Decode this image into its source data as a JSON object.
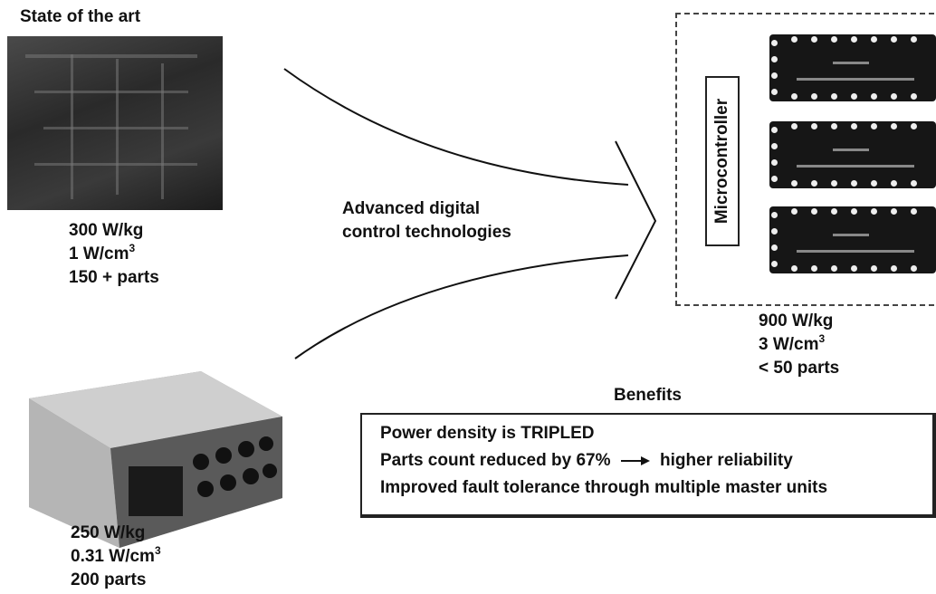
{
  "left_top": {
    "title": "State of the art",
    "specs": [
      "300 W/kg",
      "1 W/cm",
      "150 + parts"
    ],
    "specs_superscript": [
      "",
      "3",
      ""
    ]
  },
  "left_bottom": {
    "specs": [
      "250 W/kg",
      "0.31 W/cm",
      "200 parts"
    ],
    "specs_superscript": [
      "",
      "3",
      ""
    ]
  },
  "middle": {
    "label_line1": "Advanced digital",
    "label_line2": "control technologies"
  },
  "right": {
    "microcontroller_label": "Microcontroller",
    "specs": [
      "900 W/kg",
      "3 W/cm",
      "< 50 parts"
    ],
    "specs_superscript": [
      "",
      "3",
      ""
    ]
  },
  "benefits": {
    "heading": "Benefits",
    "items": [
      "Power density is TRIPLED",
      "Parts count reduced by 67%",
      "higher reliability",
      "Improved fault tolerance through multiple master units"
    ]
  }
}
